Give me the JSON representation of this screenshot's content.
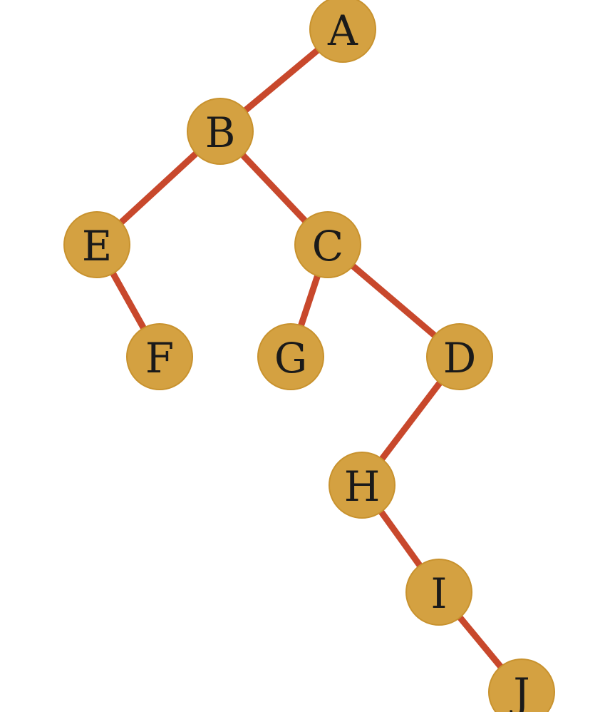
{
  "diagram": {
    "type": "binary-tree",
    "colors": {
      "node_fill": "#D4A141",
      "node_stroke": "#C8922E",
      "edge": "#C8482C",
      "label": "#1a1a1a"
    },
    "nodes": [
      {
        "id": "A",
        "label": "A"
      },
      {
        "id": "B",
        "label": "B"
      },
      {
        "id": "E",
        "label": "E"
      },
      {
        "id": "C",
        "label": "C"
      },
      {
        "id": "F",
        "label": "F"
      },
      {
        "id": "G",
        "label": "G"
      },
      {
        "id": "D",
        "label": "D"
      },
      {
        "id": "H",
        "label": "H"
      },
      {
        "id": "I",
        "label": "I"
      },
      {
        "id": "J",
        "label": "J"
      }
    ],
    "edges": [
      {
        "from": "A",
        "to": "B"
      },
      {
        "from": "B",
        "to": "E"
      },
      {
        "from": "B",
        "to": "C"
      },
      {
        "from": "E",
        "to": "F"
      },
      {
        "from": "C",
        "to": "G"
      },
      {
        "from": "C",
        "to": "D"
      },
      {
        "from": "D",
        "to": "H"
      },
      {
        "from": "H",
        "to": "I"
      },
      {
        "from": "I",
        "to": "J"
      }
    ]
  }
}
